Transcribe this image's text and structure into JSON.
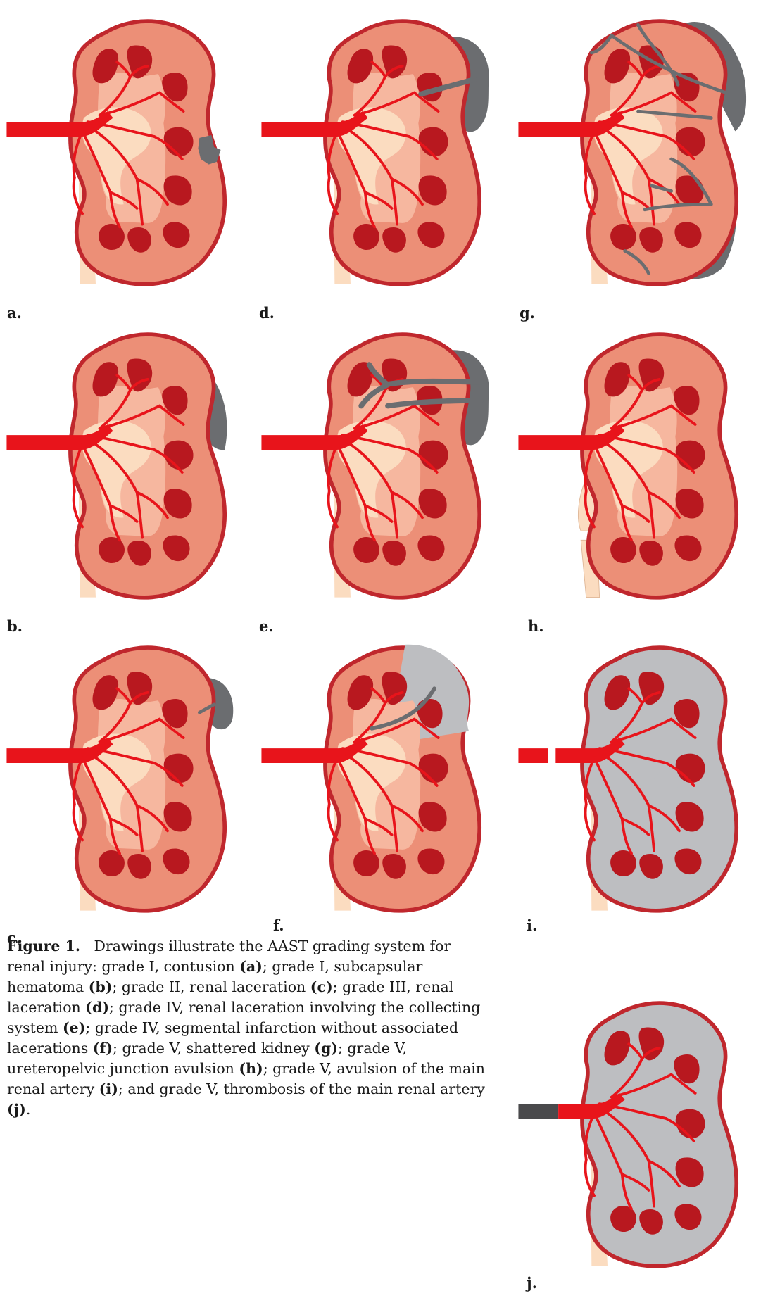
{
  "panels": [
    {
      "id": "a",
      "label": "a.",
      "injury": "contusion"
    },
    {
      "id": "b",
      "label": "b.",
      "injury": "subcapsular"
    },
    {
      "id": "c",
      "label": "c.",
      "injury": "laceration-minor"
    },
    {
      "id": "d",
      "label": "d.",
      "injury": "laceration-deep"
    },
    {
      "id": "e",
      "label": "e.",
      "injury": "collecting-system"
    },
    {
      "id": "f",
      "label": "f.",
      "injury": "segmental-infarct"
    },
    {
      "id": "g",
      "label": "g.",
      "injury": "shattered"
    },
    {
      "id": "h",
      "label": "h.",
      "injury": "upj-avulsion"
    },
    {
      "id": "i",
      "label": "i.",
      "injury": "artery-avulsion"
    },
    {
      "id": "j",
      "label": "j.",
      "injury": "artery-thrombosis"
    }
  ],
  "caption": {
    "heading": "Figure 1.",
    "parts": [
      {
        "t": "Drawings illustrate the AAST grading system for renal injury: grade I, contusion "
      },
      {
        "t": "(a)",
        "b": true
      },
      {
        "t": "; grade I, subcapsular hematoma "
      },
      {
        "t": "(b)",
        "b": true
      },
      {
        "t": "; grade II, renal laceration "
      },
      {
        "t": "(c)",
        "b": true
      },
      {
        "t": "; grade III, renal laceration "
      },
      {
        "t": "(d)",
        "b": true
      },
      {
        "t": "; grade IV, renal laceration involving the collecting system "
      },
      {
        "t": "(e)",
        "b": true
      },
      {
        "t": "; grade IV, segmental infarction without associated lacerations "
      },
      {
        "t": "(f)",
        "b": true
      },
      {
        "t": "; grade V, shattered kidney "
      },
      {
        "t": "(g)",
        "b": true
      },
      {
        "t": "; grade V, ureteropelvic junction avulsion "
      },
      {
        "t": "(h)",
        "b": true
      },
      {
        "t": "; grade V, avulsion of the main renal artery "
      },
      {
        "t": "(i)",
        "b": true
      },
      {
        "t": "; and grade V, thrombosis of the main renal artery "
      },
      {
        "t": "(j)",
        "b": true
      },
      {
        "t": "."
      }
    ]
  },
  "colors": {
    "outline": "#c0272d",
    "cortex": "#ec8f77",
    "medulla": "#f6b79f",
    "pelvis": "#fbdcc0",
    "pyramid": "#b8181f",
    "artery": "#e8141b",
    "hematoma": "#6b6d70",
    "devascularized": "#bdbec1",
    "thrombus": "#4a4a4c"
  }
}
